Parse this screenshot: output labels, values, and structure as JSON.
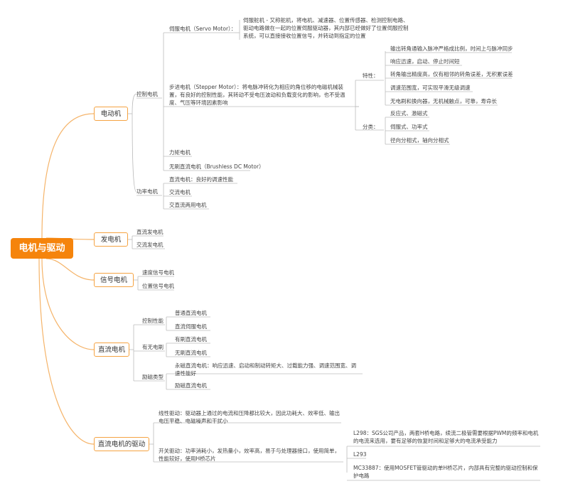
{
  "root": "电机与驱动",
  "motor": {
    "label": "电动机",
    "control": {
      "label": "控制电机",
      "servo": {
        "label": "伺服电机（Servo Motor）：",
        "desc": "伺服舵机 - 又称舵机，将电机、减速器、位置传感器、检测控制电路、驱动电路做在一起的位置伺服驱动器，其内部已经做好了位置伺服控制系统，可以直接接收位置信号，并转动到指定的位置"
      },
      "stepper": {
        "label": "步进电机（Stepper Motor）：将电脉冲转化为相应的角位移的电磁机械装置，有良好的控制性能，其转动不受电压波动和负载变化的影响，也不受温度、气压等环境因素影响",
        "features_label": "特性：",
        "features": [
          "输出转角通输入脉冲严格成比例，时间上与脉冲同步",
          "响应迅速，启动、停止时间短",
          "转角输出精度高，仅有相邻的转角误差，无积累误差",
          "调速范围宽，可实现平滑无级调速",
          "无电刷和换向器，无机械触点，可靠，寿命长"
        ],
        "types_label": "分类：",
        "types": [
          "反应式、激磁式",
          "伺服式、功率式",
          "径向分相式，轴向分相式"
        ]
      },
      "torque": "力矩电机",
      "bldc": "无刷直流电机（Brushless DC Motor）"
    },
    "power": {
      "label": "功率电机",
      "items": [
        "直流电机：良好的调速性能",
        "交流电机",
        "交直流两用电机"
      ]
    }
  },
  "generator": {
    "label": "发电机",
    "items": [
      "直流发电机",
      "交流发电机"
    ]
  },
  "signal": {
    "label": "信号电机",
    "items": [
      "速度信号电机",
      "位置信号电机"
    ]
  },
  "dc": {
    "label": "直流电机",
    "control": {
      "label": "控制性能",
      "items": [
        "普通直流电机",
        "直流伺服电机"
      ]
    },
    "brush": {
      "label": "有无电刷",
      "items": [
        "有刷直流电机",
        "无刷直流电机"
      ]
    },
    "excitation": {
      "label": "励磁类型",
      "items": [
        "永磁直流电机：响应迅速、启动和制动转矩大、过载能力强、调速范围宽、调速性能好",
        "励磁直流电机"
      ]
    }
  },
  "driver": {
    "label": "直流电机的驱动",
    "linear": "线性驱动：驱动器上通过的电流和压降都比较大，因此功耗大、效率低、输出电压平稳、电磁噪声和干扰小",
    "switch": "开关驱动：功率消耗小，发热量小，效率高，易于与处理器接口，使用简单，性能较好，使用H桥芯片",
    "chips": [
      "L298：SGS公司产品，两套H桥电路，续流二极管需要根据PWM的频率和电机的电流来选用，要有足够的恢复时间和足够大的电流承受能力",
      "L293",
      "MC33887：使用MOSFET管驱动的单H桥芯片，内部具有完整的驱动控制和保护电路"
    ]
  },
  "colors": {
    "root": "#f5840c",
    "branch": "#f5a342",
    "line": "#bbbbbb"
  }
}
